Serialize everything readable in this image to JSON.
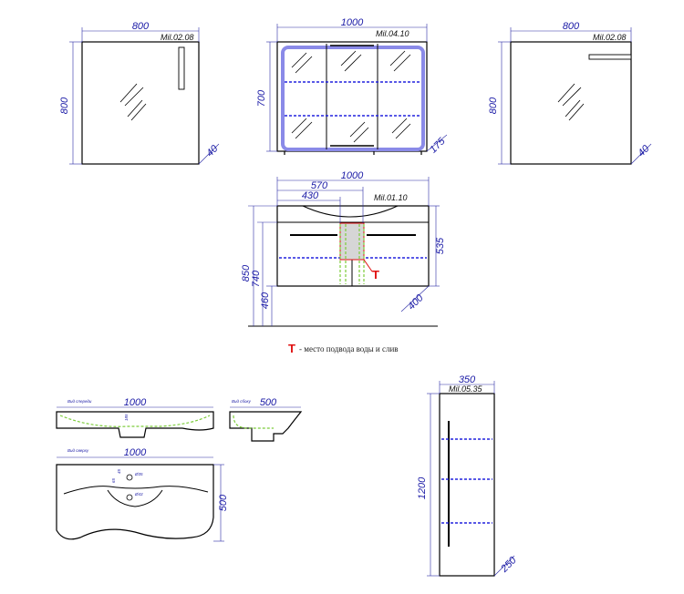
{
  "colors": {
    "dimension": "#1a1aa6",
    "shelf": "#2222dd",
    "plumbing": "#7ccc3a",
    "marker": "#e01010",
    "light": "#8a8ae8"
  },
  "mirror_left": {
    "width": "800",
    "height": "800",
    "depth": "40",
    "code": "Mil.02.08"
  },
  "mirror_center": {
    "width": "1000",
    "height": "700",
    "depth": "175",
    "code": "Mil.04.10"
  },
  "mirror_right": {
    "width": "800",
    "height": "800",
    "depth": "40",
    "code": "Mil.02.08"
  },
  "vanity": {
    "width": "1000",
    "width_570": "570",
    "width_430": "430",
    "height_850": "850",
    "height_740": "740",
    "height_460": "460",
    "height_535": "535",
    "depth": "400",
    "code": "Mil.01.10",
    "marker": "T"
  },
  "legend": {
    "symbol": "T",
    "text": "- место подвода воды и слив"
  },
  "sink_front": {
    "caption": "Вид спереди",
    "width": "1000",
    "small_dim": "185"
  },
  "sink_side": {
    "caption": "Вид сбоку",
    "width": "500"
  },
  "sink_top": {
    "caption": "Вид сверху",
    "width": "1000",
    "depth": "500",
    "hole_small": "Ø35",
    "hole_large": "Ø43",
    "offset_a": "65",
    "offset_b": "45"
  },
  "cabinet": {
    "width": "350",
    "height": "1200",
    "depth": "250",
    "code": "Mil.05.35"
  }
}
